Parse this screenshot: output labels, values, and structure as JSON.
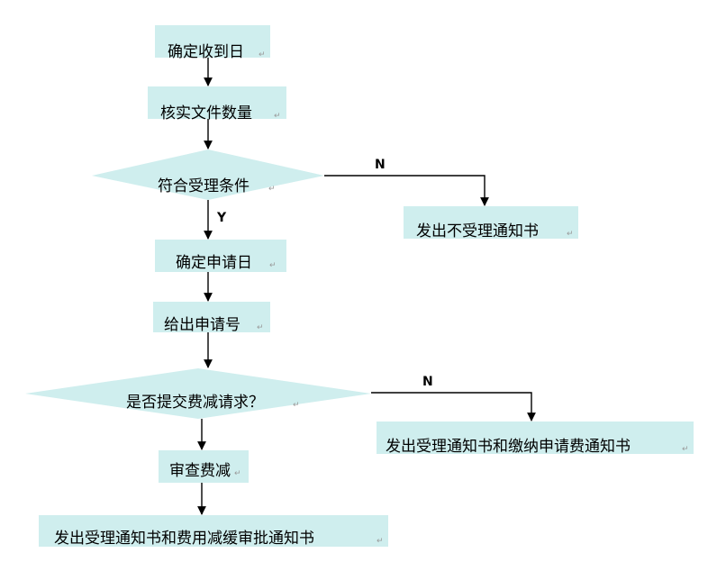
{
  "colors": {
    "node_fill": "#cfeeee",
    "line": "#000000",
    "background": "#ffffff"
  },
  "nodes": {
    "confirm_receipt_date": "确定收到日",
    "verify_document_count": "核实文件数量",
    "meets_acceptance": "符合受理条件",
    "not_accepted_notice": "发出不受理通知书",
    "confirm_filing_date": "确定申请日",
    "assign_application_number": "给出申请号",
    "fee_reduction_requested": "是否提交费减请求？",
    "acceptance_and_payment_notice": "发出受理通知书和缴纳申请费通知书",
    "review_fee_reduction": "审查费减",
    "acceptance_and_reduction_approval": "发出受理通知书和费用减缓审批通知书"
  },
  "branch_labels": {
    "meets_no": "N",
    "meets_yes": "Y",
    "fee_no": "N"
  }
}
